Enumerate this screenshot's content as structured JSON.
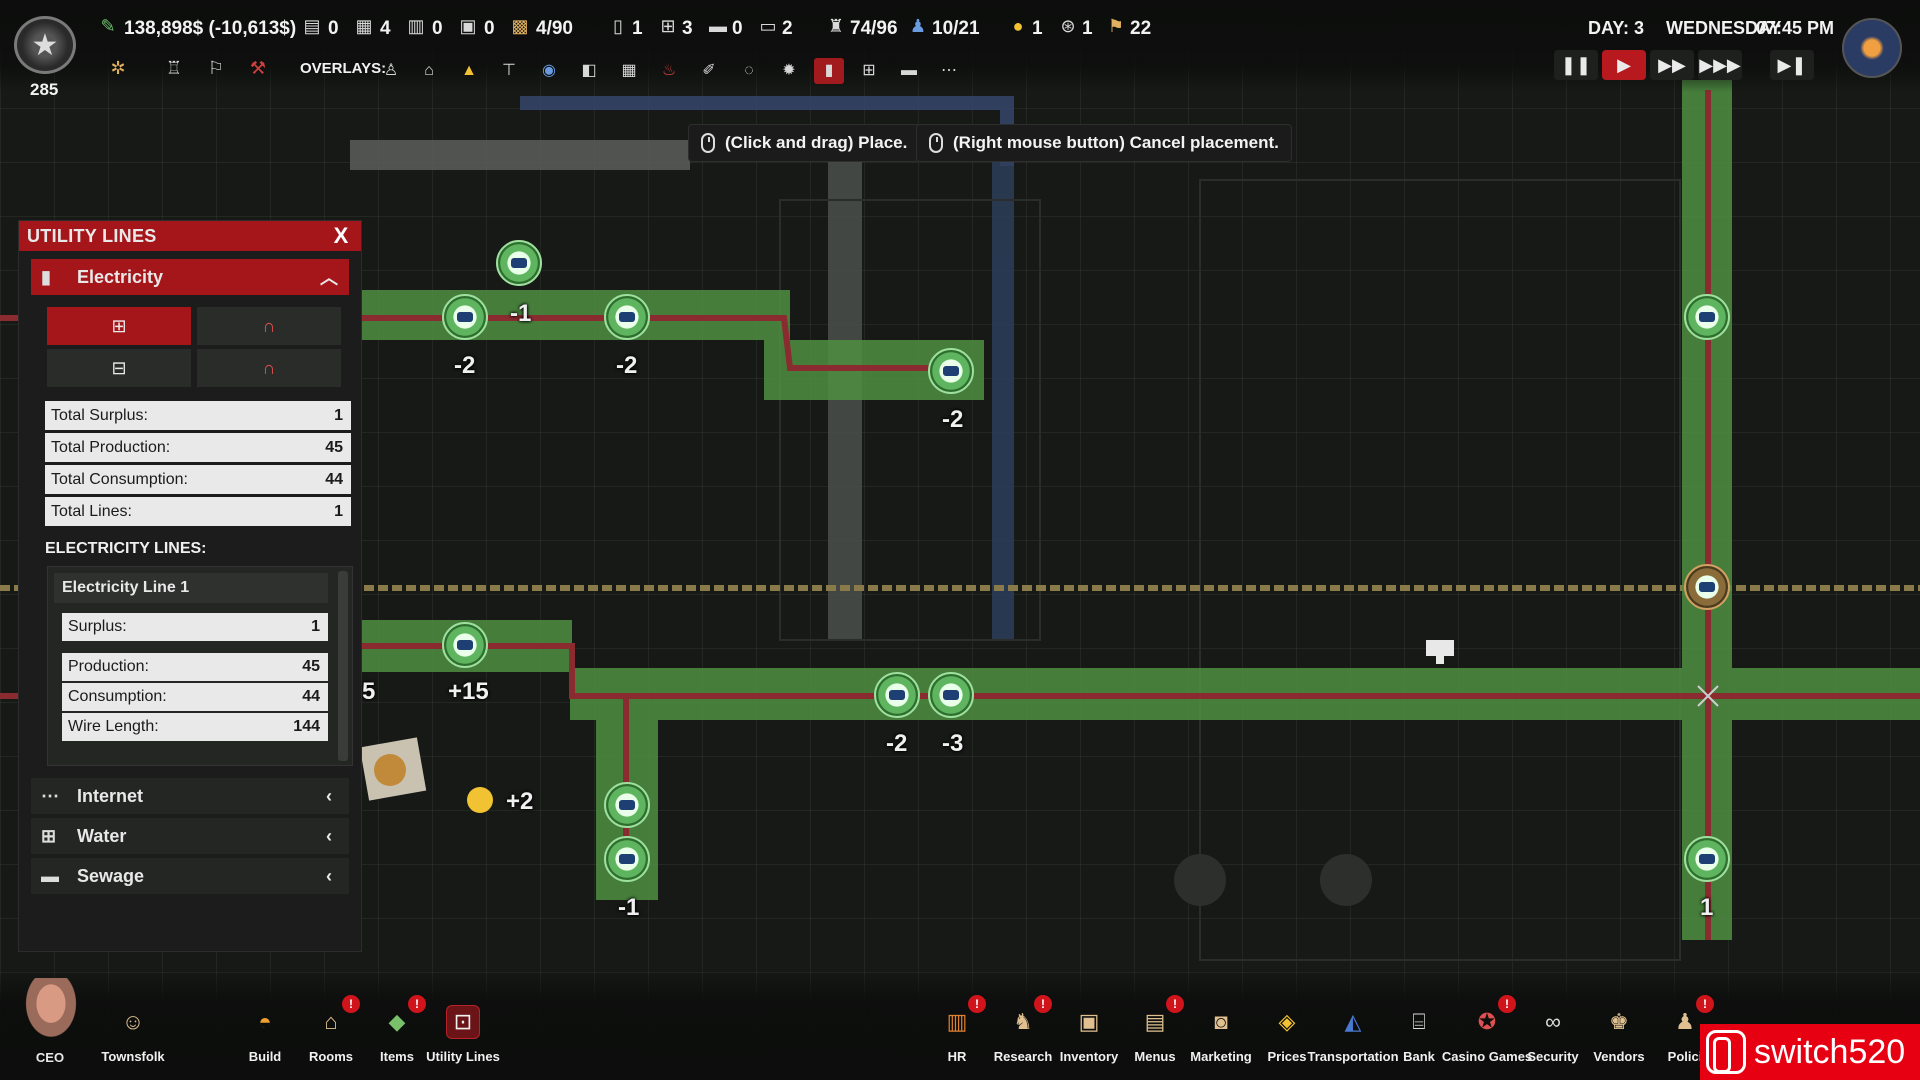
{
  "hud": {
    "rank_level": "285",
    "money": "138,898$ (-10,613$)",
    "stats": [
      "0",
      "4",
      "0",
      "0",
      "4/90",
      "1",
      "3",
      "0",
      "2",
      "74/96",
      "10/21",
      "1",
      "1",
      "22"
    ],
    "overlays_label": "OVERLAYS:",
    "day": "DAY: 3",
    "weekday": "WEDNESDAY",
    "time": "07:45 PM"
  },
  "tooltips": {
    "place": "(Click and drag) Place.",
    "cancel": "(Right mouse button) Cancel placement."
  },
  "panel": {
    "title": "UTILITY LINES",
    "close": "X",
    "electricity": {
      "label": "Electricity",
      "total_surplus_label": "Total Surplus:",
      "total_surplus": "1",
      "total_production_label": "Total Production:",
      "total_production": "45",
      "total_consumption_label": "Total Consumption:",
      "total_consumption": "44",
      "total_lines_label": "Total Lines:",
      "total_lines": "1",
      "lines_heading": "ELECTRICITY LINES:",
      "line": {
        "name": "Electricity Line 1",
        "surplus_label": "Surplus:",
        "surplus": "1",
        "production_label": "Production:",
        "production": "45",
        "consumption_label": "Consumption:",
        "consumption": "44",
        "wire_length_label": "Wire Length:",
        "wire_length": "144"
      }
    },
    "sections": [
      "Internet",
      "Water",
      "Sewage"
    ]
  },
  "map_labels": [
    "-1",
    "-2",
    "-2",
    "-2",
    "5",
    "+15",
    "+2",
    "-2",
    "-3",
    "-1",
    "1"
  ],
  "bottom_bar": {
    "ceo": "CEO",
    "left": [
      "Townsfolk",
      "Build",
      "Rooms",
      "Items",
      "Utility Lines"
    ],
    "right": [
      "HR",
      "Research",
      "Inventory",
      "Menus",
      "Marketing",
      "Prices",
      "Transportation",
      "Bank",
      "Casino Games",
      "Security",
      "Vendors",
      "Polici"
    ]
  },
  "watermark": "switch520",
  "colors": {
    "accent_red": "#a5161b",
    "wire_green": "#5fa44c",
    "wire_red": "#7a2a2c"
  }
}
